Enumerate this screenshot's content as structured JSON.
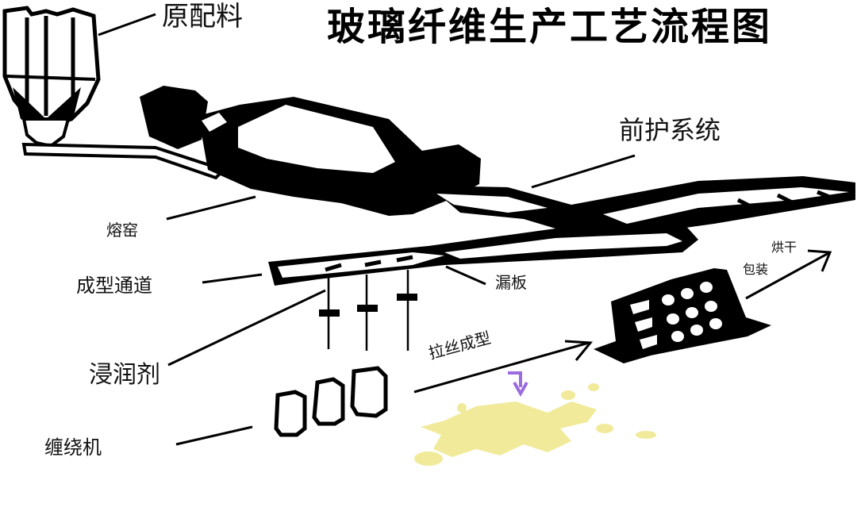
{
  "title": "玻璃纤维生产工艺流程图",
  "labels": {
    "raw_material": "原配料",
    "furnace": "熔窑",
    "front_system": "前护系统",
    "forming_channel": "成型通道",
    "bushing": "漏板",
    "sizing_agent": "浸润剂",
    "winder": "缠绕机",
    "drawing": "拉丝成型",
    "drying": "烘干",
    "packing": "包装"
  },
  "colors": {
    "ink": "#000000",
    "splash": "#f1ea9a",
    "hint_arrow": "#9b6be0"
  }
}
